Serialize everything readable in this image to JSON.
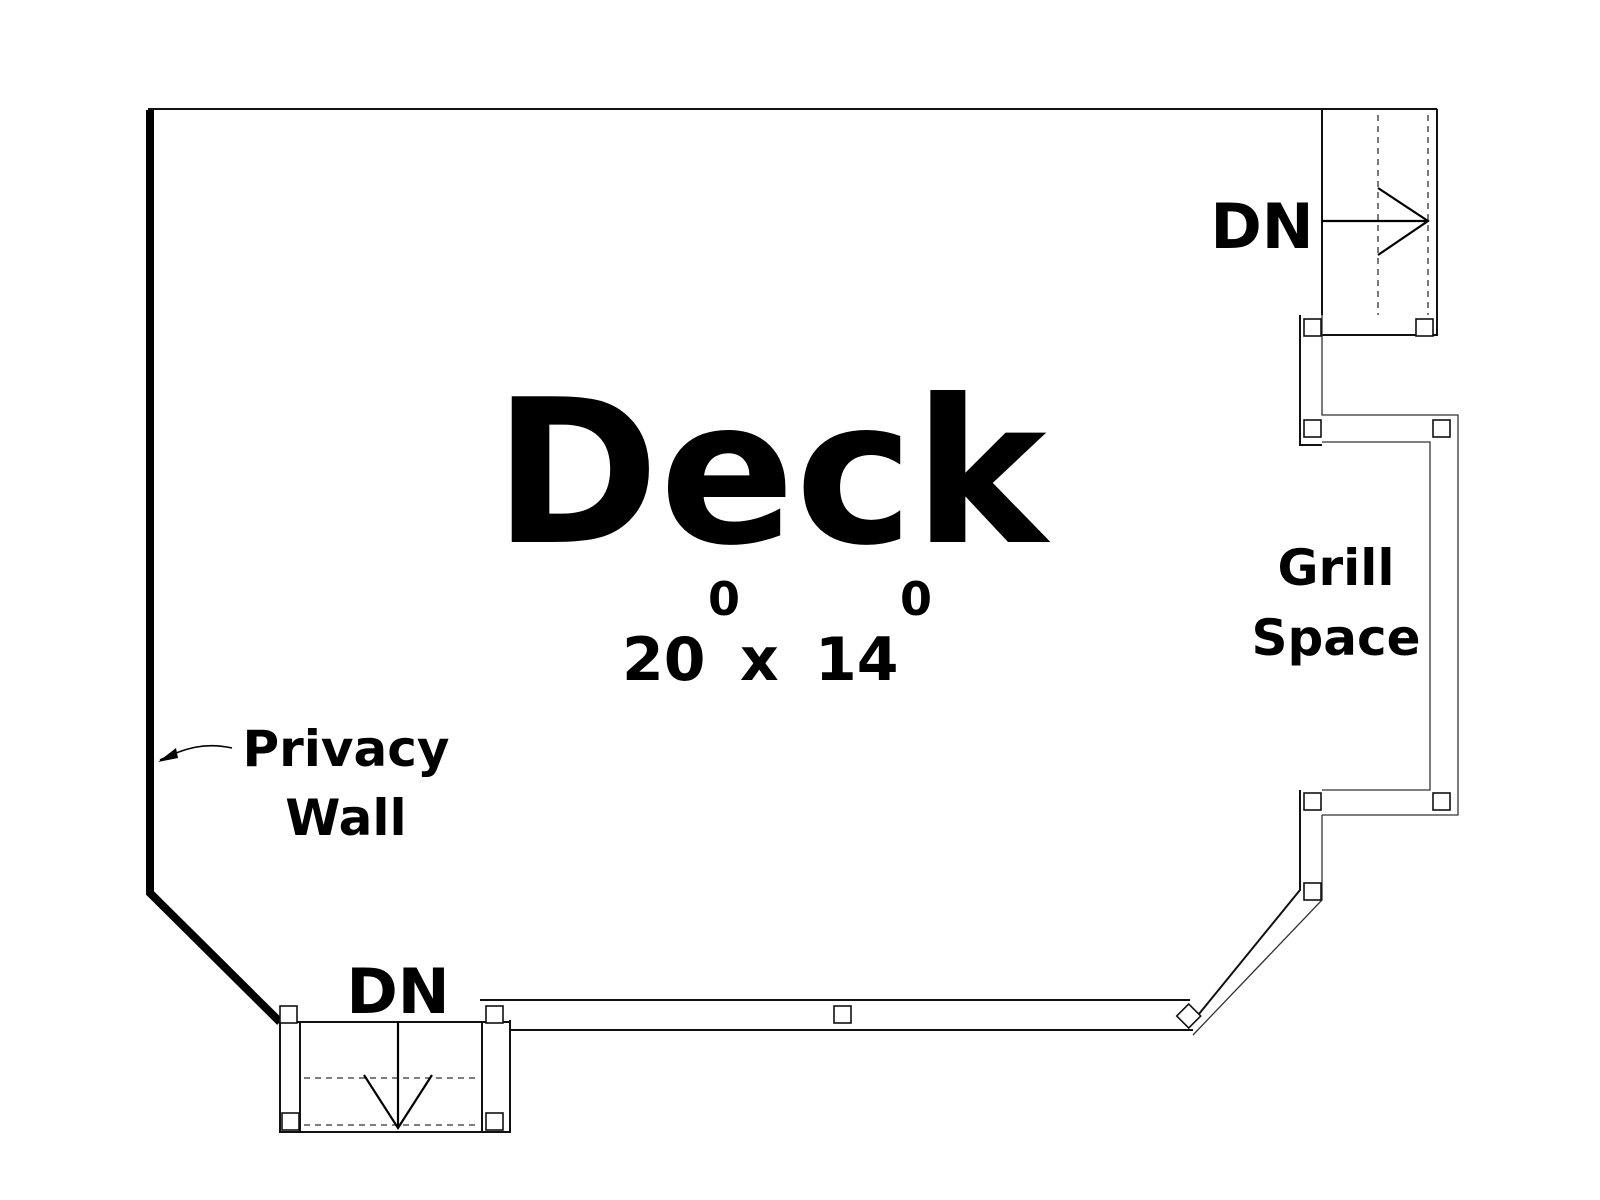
{
  "room": {
    "name": "Deck",
    "width_ft": "20",
    "width_in": "0",
    "times": "x",
    "depth_ft": "14",
    "depth_in": "0"
  },
  "labels": {
    "privacy_line1": "Privacy",
    "privacy_line2": "Wall",
    "grill_line1": "Grill",
    "grill_line2": "Space",
    "stair_top": "DN",
    "stair_bottom": "DN"
  },
  "colors": {
    "ink": "#000000",
    "background": "#ffffff"
  }
}
